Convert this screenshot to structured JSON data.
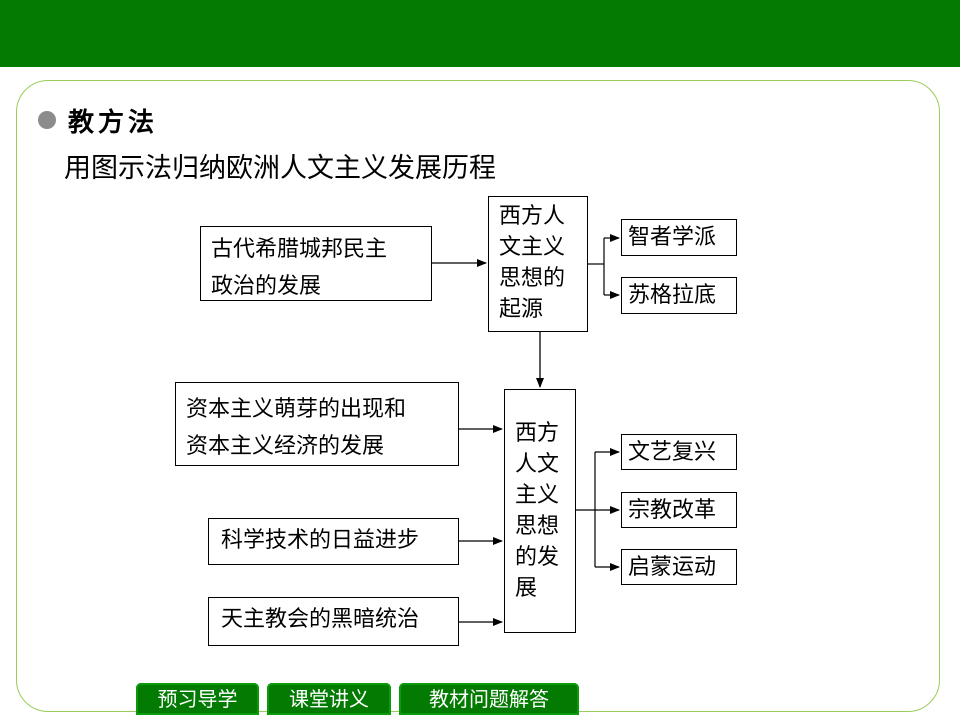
{
  "heading": "教方法",
  "subtitle": "用图示法归纳欧洲人文主义发展历程",
  "diagram": {
    "source_box": [
      "古代希腊城邦民主",
      "政治的发展"
    ],
    "origin_box": [
      "西方人",
      "文主义",
      "思想的",
      "起源"
    ],
    "origin_branches": [
      "智者学派",
      "苏格拉底"
    ],
    "cause_boxes": [
      [
        "资本主义萌芽的出现和",
        "资本主义经济的发展"
      ],
      [
        "科学技术的日益进步"
      ],
      [
        "天主教会的黑暗统治"
      ]
    ],
    "development_box": [
      "西方",
      "人文",
      "主义",
      "思想",
      "的发",
      "展"
    ],
    "development_branches": [
      "文艺复兴",
      "宗教改革",
      "启蒙运动"
    ]
  },
  "nav": {
    "preview": "预习导学",
    "lecture": "课堂讲义",
    "answers": "教材问题解答"
  }
}
